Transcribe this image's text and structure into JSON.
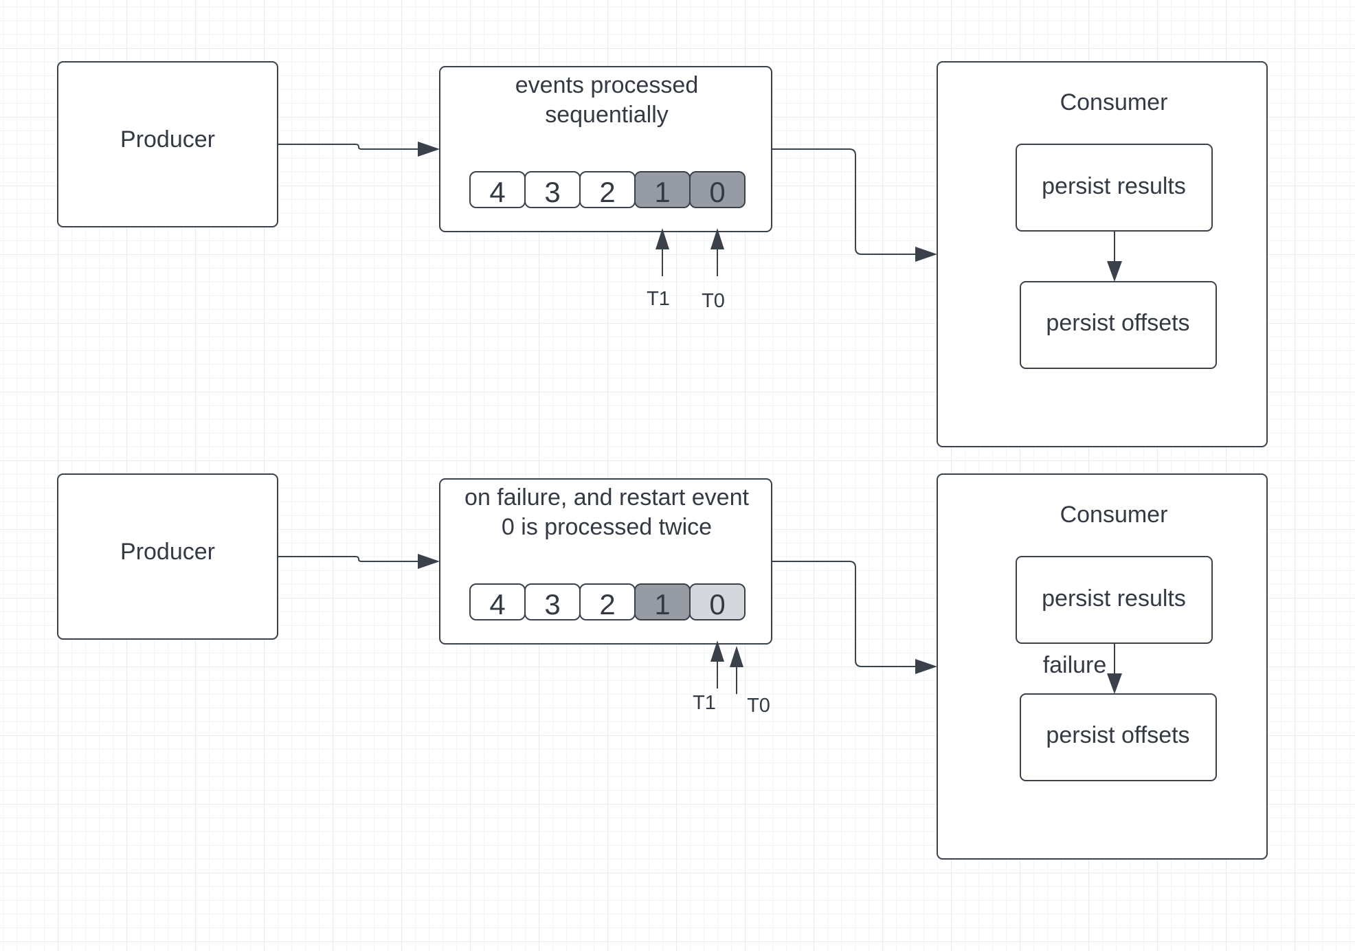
{
  "colors": {
    "stroke": "#3a414a",
    "text": "#333a44",
    "cell_plain": "#ffffff",
    "cell_dark": "#979ba3",
    "cell_light": "#d4d7db"
  },
  "scenarios": [
    {
      "producer": "Producer",
      "queue": {
        "caption": [
          "events processed",
          "sequentially"
        ],
        "cells": [
          {
            "label": "4",
            "state": "plain"
          },
          {
            "label": "3",
            "state": "plain"
          },
          {
            "label": "2",
            "state": "plain"
          },
          {
            "label": "1",
            "state": "dark"
          },
          {
            "label": "0",
            "state": "dark"
          }
        ],
        "pointers": [
          {
            "label": "T1",
            "cell": "1"
          },
          {
            "label": "T0",
            "cell": "0"
          }
        ]
      },
      "consumer": {
        "title": "Consumer",
        "step1": "persist results",
        "step2": "persist offsets",
        "edge_label": ""
      }
    },
    {
      "producer": "Producer",
      "queue": {
        "caption": [
          "on failure, and restart event",
          "0 is processed twice"
        ],
        "cells": [
          {
            "label": "4",
            "state": "plain"
          },
          {
            "label": "3",
            "state": "plain"
          },
          {
            "label": "2",
            "state": "plain"
          },
          {
            "label": "1",
            "state": "dark"
          },
          {
            "label": "0",
            "state": "light"
          }
        ],
        "pointers": [
          {
            "label": "T1",
            "cell": "0"
          },
          {
            "label": "T0",
            "cell": "0"
          }
        ]
      },
      "consumer": {
        "title": "Consumer",
        "step1": "persist results",
        "step2": "persist offsets",
        "edge_label": "failure"
      }
    }
  ]
}
